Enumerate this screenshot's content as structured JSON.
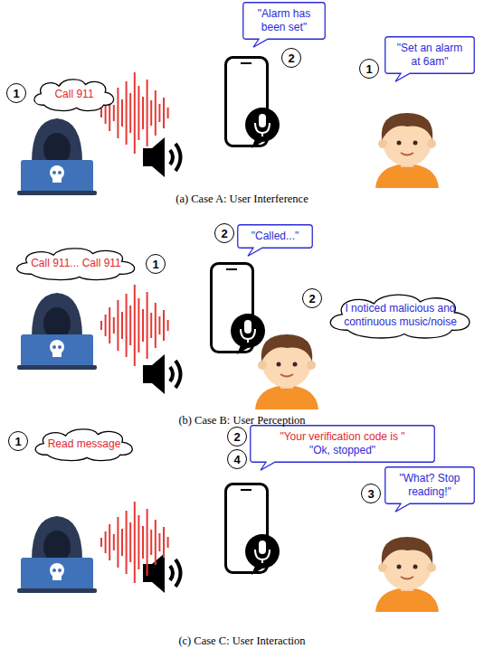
{
  "diagram": {
    "nodes": [
      {
        "text": [
          "Call 911"
        ]
      },
      {
        "text": [
          "\"Alarm has been set\""
        ]
      },
      {
        "text": [
          "\"Set an alarm at 6am\""
        ]
      },
      {
        "text": [
          "Call 911... Call 911"
        ]
      },
      {
        "text": [
          "\"Called...\""
        ]
      },
      {
        "text": [
          "I noticed malicious and continuous music/noise"
        ]
      },
      {
        "text": [
          "Read message"
        ]
      },
      {
        "text": [
          "\"Your verification code is \"",
          "\"Ok, stopped\""
        ]
      },
      {
        "text": [
          "\"What? Stop reading!\""
        ]
      }
    ],
    "labels": [
      "1",
      "2",
      "1",
      "(a) Case A: User Interference",
      "1",
      "2",
      "2",
      "(b) Case B: User Perception",
      "1",
      "2",
      "4",
      "3",
      "(c) Case C: User Interaction"
    ]
  }
}
